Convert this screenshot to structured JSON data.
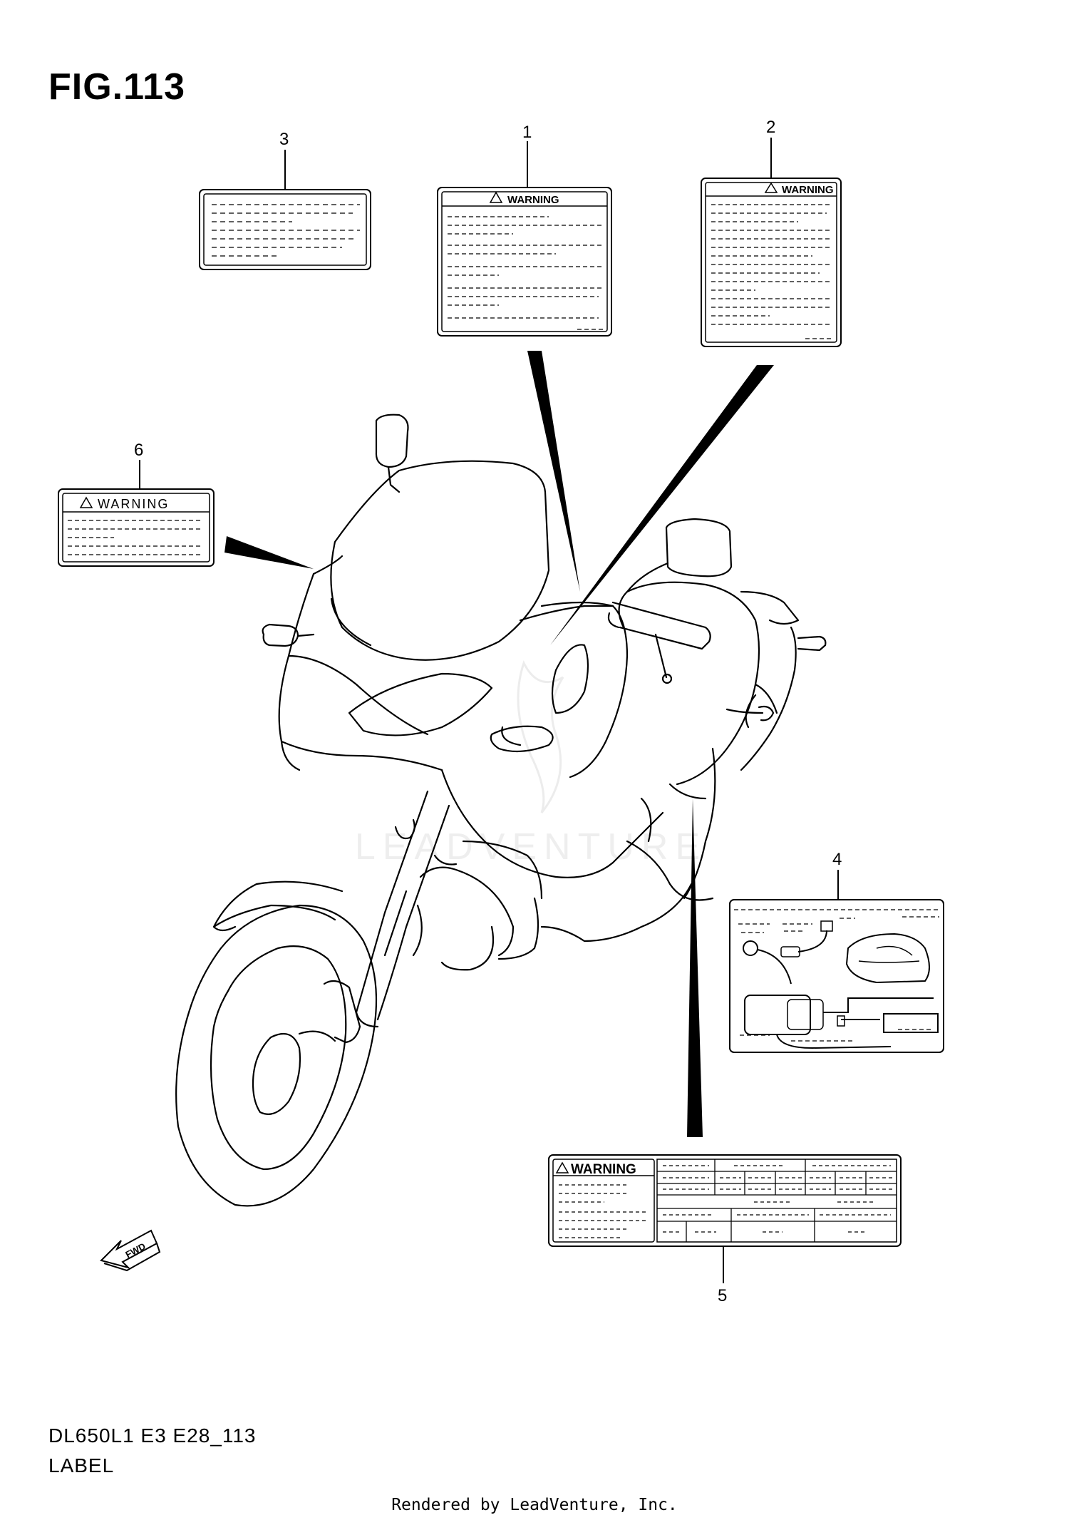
{
  "figure": {
    "title": "FIG.113",
    "model_code": "DL650L1 E3 E28_113",
    "section_name": "LABEL",
    "render_credit": "Rendered by LeadVenture, Inc.",
    "watermark": "LEADVENTURE",
    "fwd_label": "FWD"
  },
  "callouts": [
    {
      "id": "1",
      "label": "1",
      "part": "warning-label-1",
      "heading": "WARNING"
    },
    {
      "id": "2",
      "label": "2",
      "part": "warning-label-2",
      "heading": "WARNING"
    },
    {
      "id": "3",
      "label": "3",
      "part": "info-label-3",
      "heading": ""
    },
    {
      "id": "4",
      "label": "4",
      "part": "diagram-label-4",
      "heading": ""
    },
    {
      "id": "5",
      "label": "5",
      "part": "warning-label-5",
      "heading": "WARNING"
    },
    {
      "id": "6",
      "label": "6",
      "part": "warning-label-6",
      "heading": "WARNING"
    }
  ],
  "colors": {
    "line": "#000000",
    "background": "#ffffff",
    "watermark": "#d8d8d8"
  }
}
